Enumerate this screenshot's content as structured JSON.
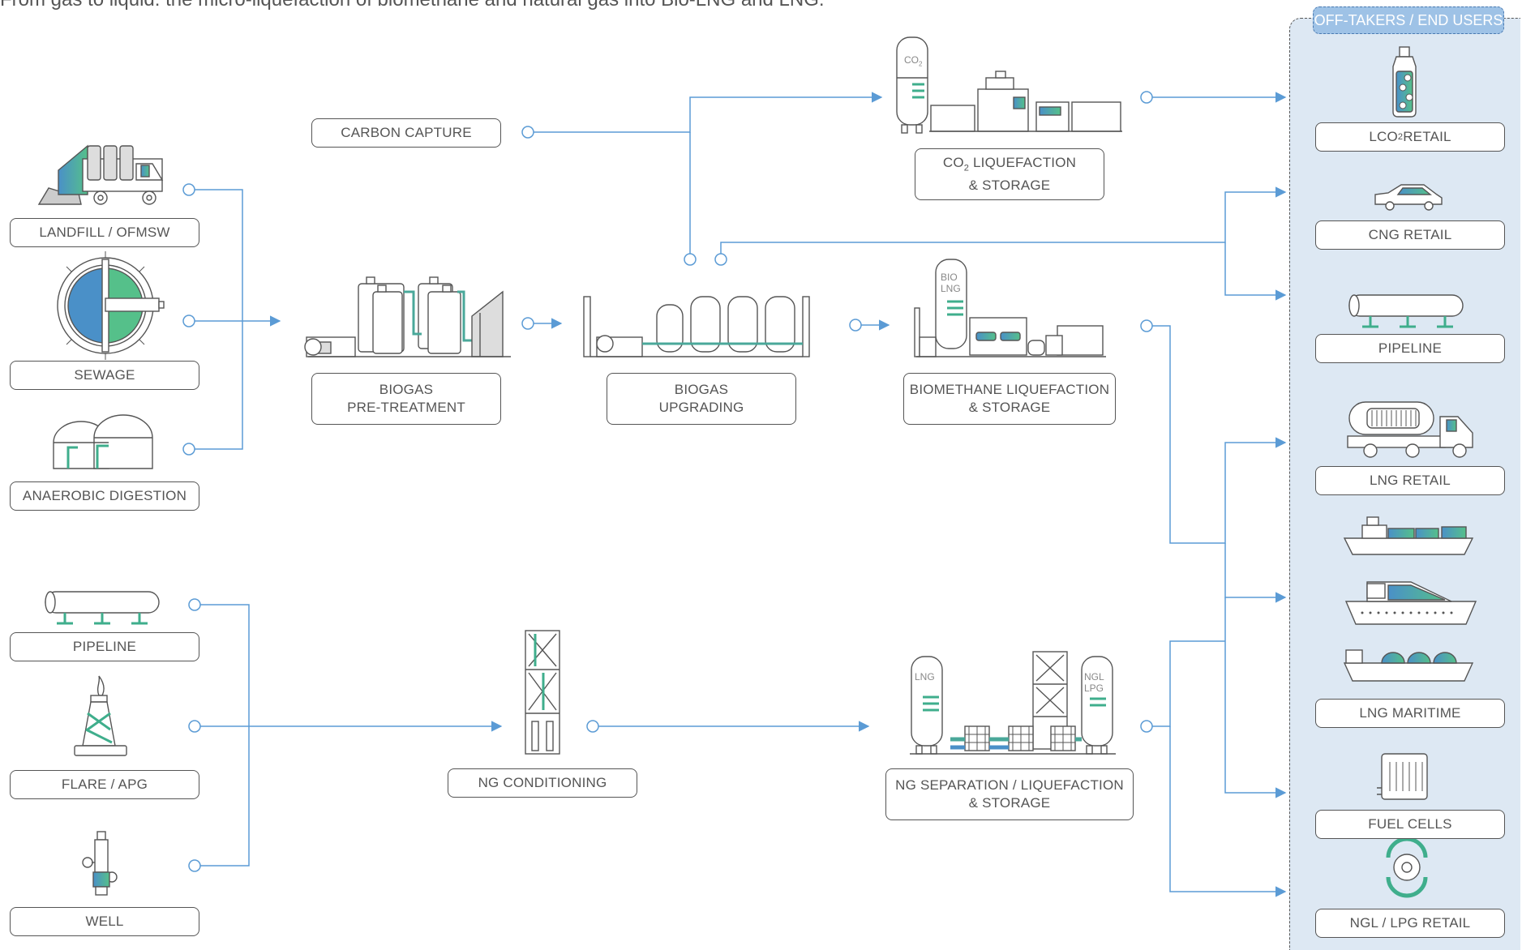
{
  "intro_text": "From gas to liquid: the micro-liquefaction of biomethane and natural gas into Bio-LNG and LNG.",
  "offtakers_title": "OFF-TAKERS / END USERS",
  "sources": {
    "landfill": "LANDFILL / OFMSW",
    "sewage": "SEWAGE",
    "anaerobic": "ANAEROBIC DIGESTION",
    "pipeline": "PIPELINE",
    "flare": "FLARE / APG",
    "well": "WELL"
  },
  "processes": {
    "carbon_capture": "CARBON CAPTURE",
    "pretreatment_l1": "BIOGAS",
    "pretreatment_l2": "PRE-TREATMENT",
    "upgrading_l1": "BIOGAS",
    "upgrading_l2": "UPGRADING",
    "co2_l1_prefix": "CO",
    "co2_l1_sub": "2",
    "co2_l1_suffix": " LIQUEFACTION",
    "co2_l2": "& STORAGE",
    "biomethane_l1": "BIOMETHANE LIQUEFACTION",
    "biomethane_l2": "& STORAGE",
    "ng_conditioning": "NG CONDITIONING",
    "ng_sep_l1": "NG SEPARATION / LIQUEFACTION",
    "ng_sep_l2": "& STORAGE"
  },
  "tank_labels": {
    "co2_prefix": "CO",
    "co2_sub": "2",
    "bio": "BIO",
    "lng": "LNG",
    "lng2": "LNG",
    "ngl": "NGL",
    "lpg": "LPG"
  },
  "offtakers": {
    "lco2_prefix": "LCO",
    "lco2_sub": "2",
    "lco2_suffix": " RETAIL",
    "cng": "CNG RETAIL",
    "pipeline": "PIPELINE",
    "lng_retail": "LNG RETAIL",
    "lng_maritime": "LNG MARITIME",
    "fuel_cells": "FUEL CELLS",
    "ngl_lpg": "NGL / LPG RETAIL"
  },
  "colors": {
    "line": "#5b9bd5",
    "outline": "#555555",
    "green": "#3fae8c",
    "teal": "#4aa89a",
    "panel": "#dde8f3"
  }
}
